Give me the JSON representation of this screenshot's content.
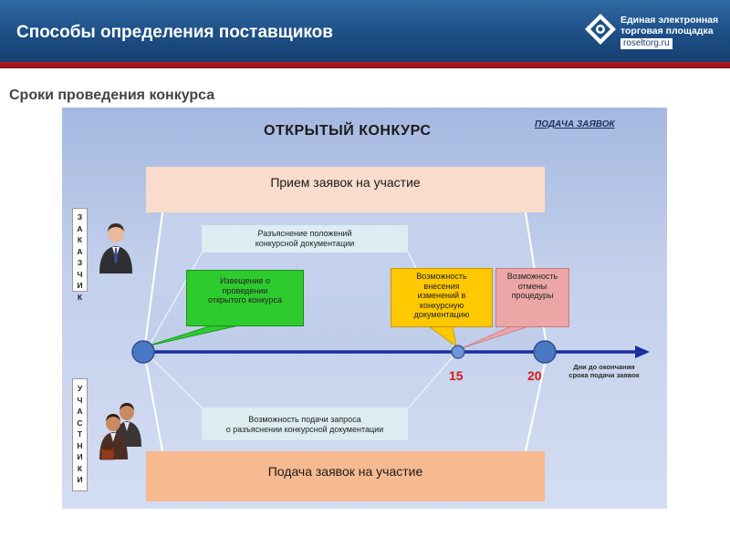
{
  "header": {
    "title": "Способы определения поставщиков",
    "logo_line1": "Единая электронная",
    "logo_line2": "торговая площадка",
    "logo_url": "roseltorg.ru"
  },
  "subtitle": "Сроки проведения конкурса",
  "diagram": {
    "title": "ОТКРЫТЫЙ КОНКУРС",
    "top_right_label": "ПОДАЧА ЗАЯВОК",
    "band_top": "Прием заявок на участие",
    "band_bottom": "Подача заявок на участие",
    "side_customer": [
      "З",
      "А",
      "К",
      "А",
      "З",
      "Ч",
      "И",
      "К"
    ],
    "side_participants": [
      "У",
      "Ч",
      "А",
      "С",
      "Т",
      "Н",
      "И",
      "К",
      "И"
    ],
    "box_clarification": [
      "Разъяснение положений",
      "конкурсной документации"
    ],
    "box_request": [
      "Возможность подачи запроса",
      "о разъяснении конкурсной документации"
    ],
    "box_notice": [
      "Извещение о",
      "проведении",
      "открытого конкурса"
    ],
    "box_changes": [
      "Возможность",
      "внесения",
      "изменений в",
      "конкурсную",
      "документацию"
    ],
    "box_cancel": [
      "Возможность",
      "отмены",
      "процедуры"
    ],
    "tick_15": "15",
    "tick_20": "20",
    "axis_label": [
      "Дни до окончания",
      "срока подачи заявок"
    ]
  },
  "colors": {
    "header_blue": "#1d4f86",
    "header_red": "#b21d23",
    "notice_green": "#2ecb2e",
    "changes_yellow": "#ffc800",
    "cancel_pink": "#eca6a6",
    "axis_blue": "#1a2ea0",
    "tick_red": "#d61a1a"
  }
}
